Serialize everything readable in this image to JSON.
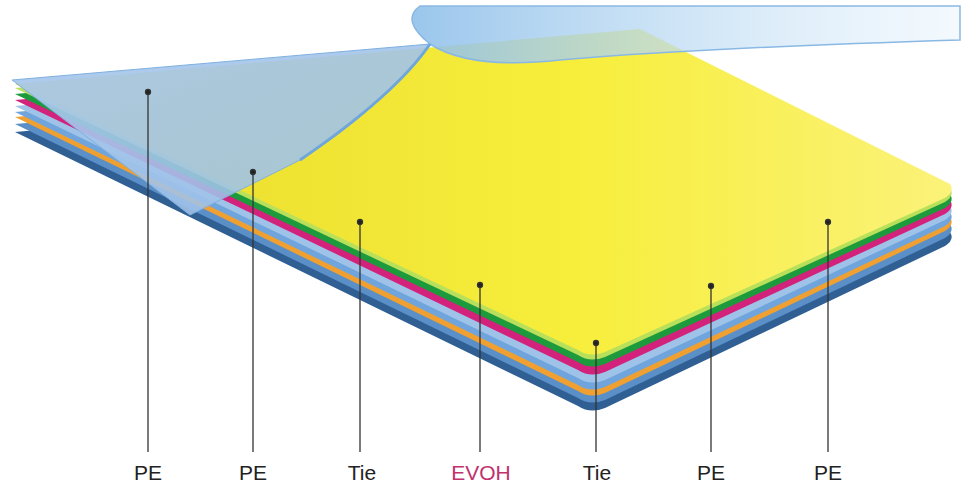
{
  "diagram": {
    "labels": [
      "PE",
      "PE",
      "Tie",
      "EVOH",
      "Tie",
      "PE",
      "PE"
    ]
  }
}
